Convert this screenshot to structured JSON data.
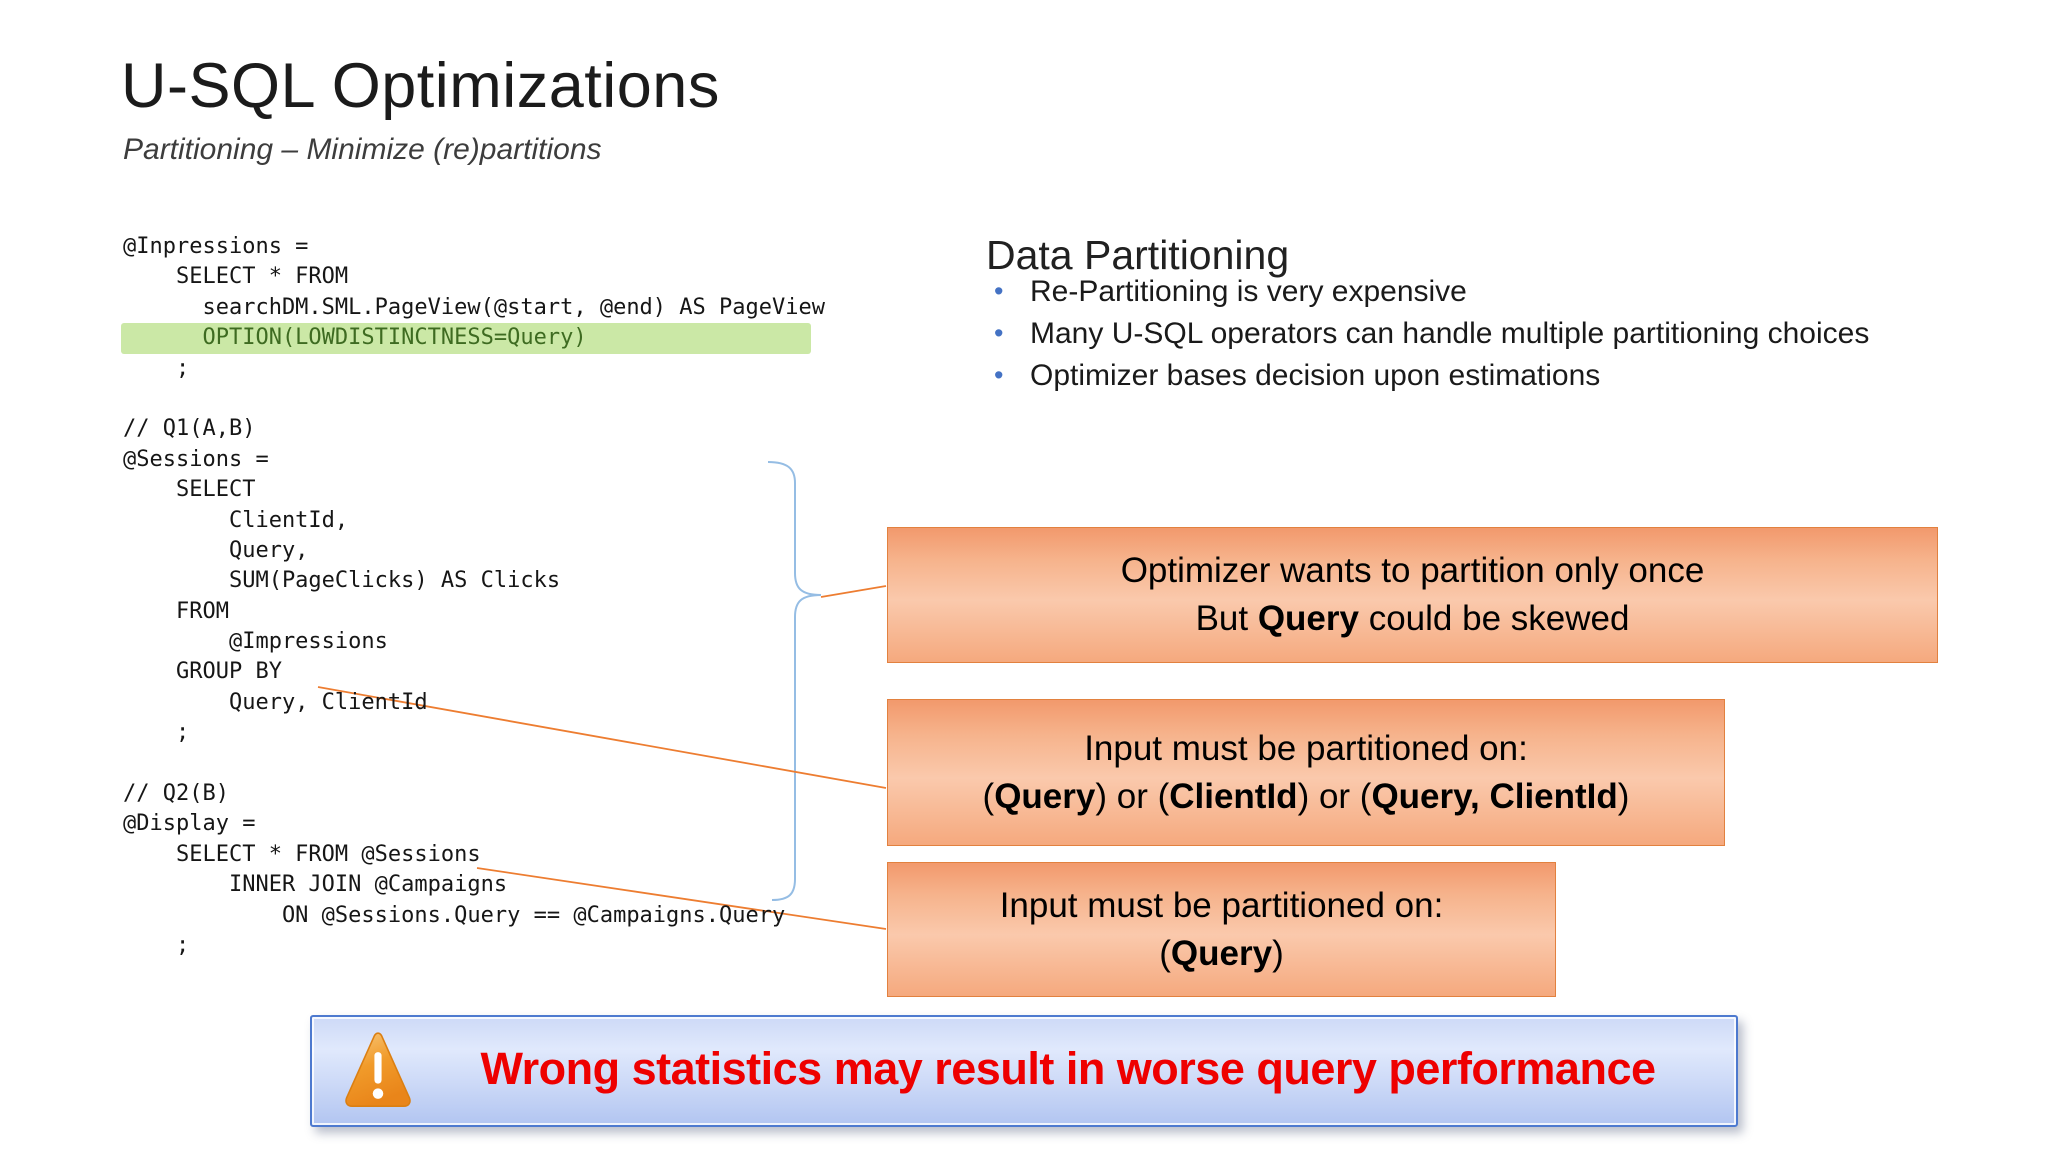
{
  "slide": {
    "title": "U-SQL Optimizations",
    "subtitle": "Partitioning – Minimize (re)partitions"
  },
  "code": {
    "blocks": [
      {
        "lines": [
          "@Inpressions =",
          "    SELECT * FROM",
          "      searchDM.SML.PageView(@start, @end) AS PageView",
          "      OPTION(LOWDISTINCTNESS=Query)",
          "    ;"
        ],
        "highlight_index": 3
      },
      {
        "lines": [
          "// Q1(A,B)",
          "@Sessions =",
          "    SELECT",
          "        ClientId,",
          "        Query,",
          "        SUM(PageClicks) AS Clicks",
          "    FROM",
          "        @Impressions",
          "    GROUP BY",
          "        Query, ClientId",
          "    ;"
        ]
      },
      {
        "lines": [
          "// Q2(B)",
          "@Display =",
          "    SELECT * FROM @Sessions",
          "        INNER JOIN @Campaigns",
          "            ON @Sessions.Query == @Campaigns.Query",
          "    ;"
        ]
      }
    ]
  },
  "section": {
    "heading": "Data Partitioning",
    "bullets": [
      "Re-Partitioning is very expensive",
      "Many U-SQL operators can handle multiple partitioning choices",
      "Optimizer bases decision upon estimations"
    ]
  },
  "callouts": [
    {
      "id": "optimizer-skew",
      "lines": [
        "Optimizer wants to partition only once",
        "But **Query** could be skewed"
      ]
    },
    {
      "id": "partition-query-clientid",
      "lines": [
        "Input must be partitioned on:",
        "(**Query**) or (**ClientId**) or (**Query, ClientId**)"
      ]
    },
    {
      "id": "partition-query",
      "lines": [
        "Input must be partitioned on:",
        "(**Query**)"
      ]
    }
  ],
  "banner": {
    "icon": "warning-triangle",
    "text": "Wrong statistics may result in worse query performance"
  },
  "colors": {
    "highlight_green_bg": "#cbe8a6",
    "highlight_green_text": "#3e6b21",
    "connector_orange": "#ed7d31",
    "brace_blue": "#95bde4",
    "bullet_blue": "#4472c4",
    "callout_border": "#e2813f",
    "callout_gradient_top": "#f2996c",
    "callout_gradient_mid": "#fac9ac",
    "callout_gradient_bottom": "#f5a97e",
    "banner_border": "#4d79cf",
    "banner_text_red": "#ee0000",
    "warning_orange": "#ef941f"
  }
}
